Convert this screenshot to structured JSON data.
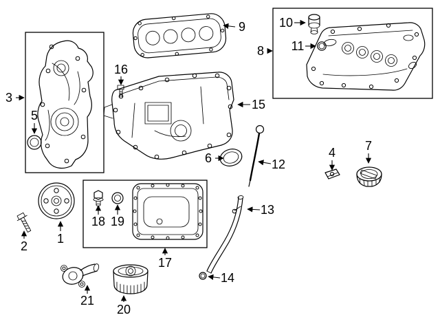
{
  "colors": {
    "background": "#ffffff",
    "line": "#000000"
  },
  "diagram": {
    "type": "exploded-parts-diagram",
    "subject": "engine-components-line-art",
    "callouts": [
      {
        "num": "1",
        "part": "crankshaft-pulley"
      },
      {
        "num": "2",
        "part": "pulley-bolt"
      },
      {
        "num": "3",
        "part": "timing-chain-cover"
      },
      {
        "num": "4",
        "part": "small-bracket"
      },
      {
        "num": "5",
        "part": "front-crank-seal"
      },
      {
        "num": "6",
        "part": "seal-ring"
      },
      {
        "num": "7",
        "part": "oil-filler-cap"
      },
      {
        "num": "8",
        "part": "valve-cover"
      },
      {
        "num": "9",
        "part": "valve-cover-gasket"
      },
      {
        "num": "10",
        "part": "filler-cap-small"
      },
      {
        "num": "11",
        "part": "cap-o-ring"
      },
      {
        "num": "12",
        "part": "oil-dipstick"
      },
      {
        "num": "13",
        "part": "dipstick-tube"
      },
      {
        "num": "14",
        "part": "tube-o-ring"
      },
      {
        "num": "15",
        "part": "upper-oil-pan"
      },
      {
        "num": "16",
        "part": "pan-bolt"
      },
      {
        "num": "17",
        "part": "lower-oil-pan"
      },
      {
        "num": "18",
        "part": "drain-plug"
      },
      {
        "num": "19",
        "part": "drain-plug-gasket"
      },
      {
        "num": "20",
        "part": "oil-filter"
      },
      {
        "num": "21",
        "part": "water-outlet"
      }
    ]
  }
}
